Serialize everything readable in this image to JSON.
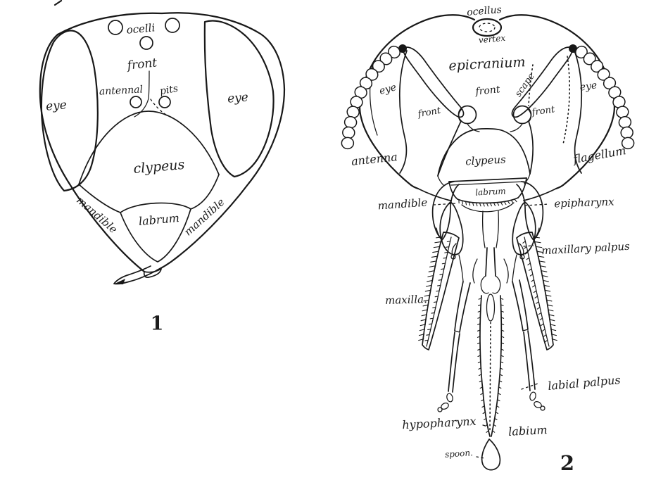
{
  "ink_color": "#181818",
  "paper_color": "#ffffff",
  "figure1": {
    "number": "1",
    "labels": {
      "ocelli": "ocelli",
      "front": "front",
      "antennal": "antennal",
      "pits": "pits",
      "eye_left": "eye",
      "eye_right": "eye",
      "clypeus": "clypeus",
      "labrum": "labrum",
      "mandible_left": "mandible",
      "mandible_right": "mandible"
    }
  },
  "figure2": {
    "number": "2",
    "labels": {
      "ocellus": "ocellus",
      "vertex": "vertex",
      "epicranium": "epicranium",
      "front_center": "front",
      "front_left": "front",
      "front_right": "front",
      "scape": "scape",
      "eye_left": "eye",
      "eye_right": "eye",
      "antenna": "antenna",
      "flagellum": "flagellum",
      "clypeus": "clypeus",
      "labrum": "labrum",
      "mandible": "mandible",
      "epipharynx": "epipharynx",
      "maxillary_palpus": "maxillary palpus",
      "maxilla": "maxilla.",
      "labial_palpus": "labial palpus",
      "hypopharynx": "hypopharynx",
      "labium": "labium",
      "spoon": "spoon."
    }
  }
}
